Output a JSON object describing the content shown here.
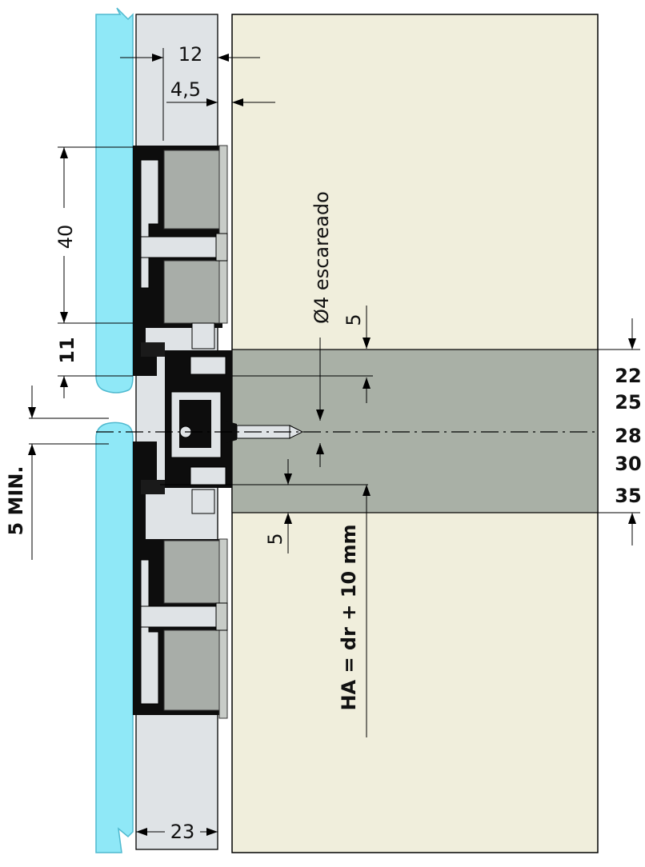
{
  "dimensions": {
    "d12": "12",
    "d4_5": "4,5",
    "d40": "40",
    "d11": "11",
    "d5_min": "5 MIN.",
    "d23": "23",
    "d5_top": "5",
    "d5_bottom": "5",
    "screw_label": "Ø4 escareado",
    "ha_formula": "HA = dr + 10 mm"
  },
  "thickness_values": [
    "22",
    "25",
    "28",
    "30",
    "35"
  ],
  "colors": {
    "glass": "#8fe8f7",
    "glass_edge": "#4fb9cf",
    "frame_panel": "#dfe3e6",
    "cabinet": "#f0eedc",
    "shelf": "#a9b0a6",
    "profile": "#0d0d0d",
    "pad": "#a8ada8"
  }
}
